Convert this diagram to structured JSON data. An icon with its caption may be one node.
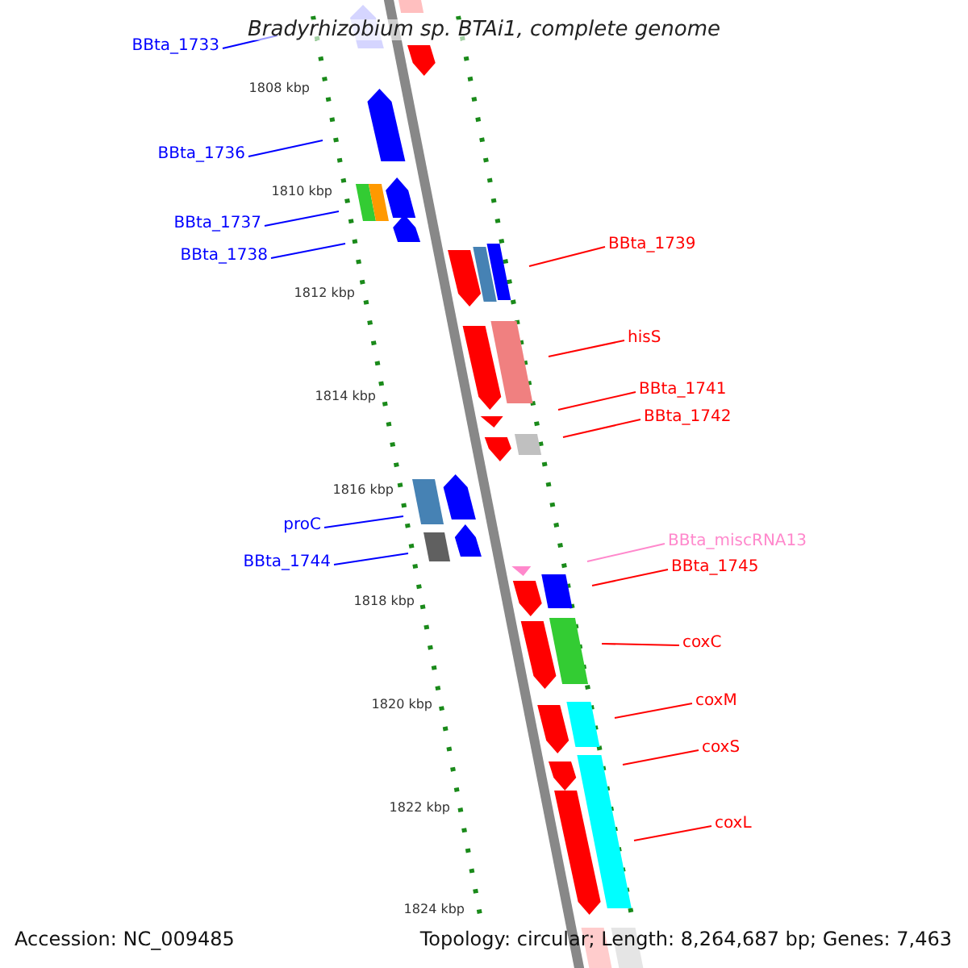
{
  "diagram": {
    "title": "Bradyrhizobium sp. BTAi1, complete genome",
    "nodes": [
      {
        "text": [
          "BBta_1733"
        ]
      },
      {
        "text": [
          "BBta_1736"
        ]
      },
      {
        "text": [
          "BBta_1737"
        ]
      },
      {
        "text": [
          "BBta_1739"
        ]
      },
      {
        "text": [
          "BBta_1738"
        ]
      },
      {
        "text": [
          "hisS"
        ]
      },
      {
        "text": [
          "BBta_1741"
        ]
      },
      {
        "text": [
          "BBta_1742"
        ]
      },
      {
        "text": [
          "proC"
        ]
      },
      {
        "text": [
          "BBta_miscRNA13"
        ]
      },
      {
        "text": [
          "BBta_1744"
        ]
      },
      {
        "text": [
          "BBta_1745"
        ]
      },
      {
        "text": [
          "coxC"
        ]
      },
      {
        "text": [
          "coxM"
        ]
      },
      {
        "text": [
          "coxS"
        ]
      },
      {
        "text": [
          "coxL"
        ]
      }
    ],
    "edges": [
      {
        "from": 0,
        "to": null,
        "arrow": "none",
        "color": "#0000ff"
      },
      {
        "from": 1,
        "to": null,
        "arrow": "none",
        "color": "#0000ff"
      },
      {
        "from": 2,
        "to": null,
        "arrow": "none",
        "color": "#0000ff"
      },
      {
        "from": 3,
        "to": null,
        "arrow": "none"
      },
      {
        "from": 4,
        "to": null,
        "arrow": "none",
        "color": "#0000ff"
      },
      {
        "from": 5,
        "to": null,
        "arrow": "none"
      },
      {
        "from": 6,
        "to": null,
        "arrow": "none"
      },
      {
        "from": 7,
        "to": null,
        "arrow": "none"
      },
      {
        "from": 8,
        "to": null,
        "arrow": "none",
        "color": "#0000ff"
      },
      {
        "from": 9,
        "to": null,
        "arrow": "none",
        "color": "#ff88cc"
      },
      {
        "from": 10,
        "to": null,
        "arrow": "none",
        "color": "#0000ff"
      },
      {
        "from": 11,
        "to": null,
        "arrow": "none"
      },
      {
        "from": 12,
        "to": null,
        "arrow": "none"
      },
      {
        "from": 13,
        "to": null,
        "arrow": "none"
      },
      {
        "from": 14,
        "to": null,
        "arrow": "none"
      },
      {
        "from": 15,
        "to": null,
        "arrow": "none"
      }
    ],
    "labels": [
      "1808 kbp",
      "1810 kbp",
      "1812 kbp",
      "1814 kbp",
      "1816 kbp",
      "1818 kbp",
      "1820 kbp",
      "1822 kbp",
      "1824 kbp",
      "Accession: NC_009485",
      "Topology: circular; Length: 8,264,687 bp; Genes: 7,463"
    ]
  }
}
